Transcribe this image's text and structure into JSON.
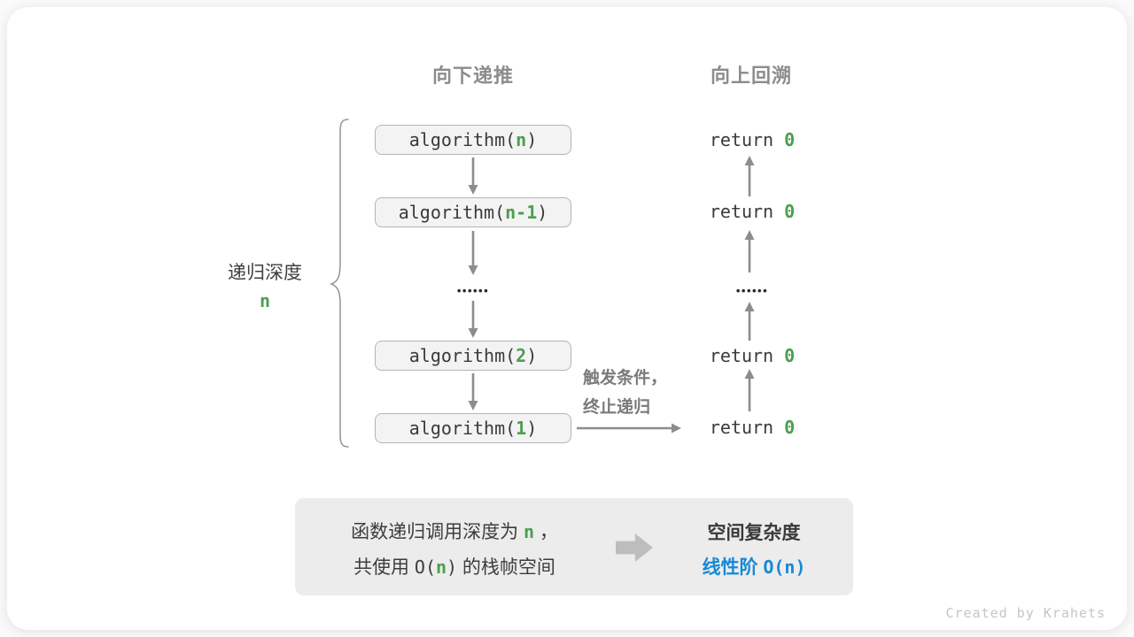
{
  "headers": {
    "left": "向下递推",
    "right": "向上回溯"
  },
  "depth_label": {
    "text": "递归深度",
    "var": "n"
  },
  "recursion": {
    "boxes": [
      {
        "pre": "algorithm(",
        "arg": "n",
        "post": ")"
      },
      {
        "pre": "algorithm(",
        "arg": "n-1",
        "post": ")"
      },
      {
        "pre": "algorithm(",
        "arg": "2",
        "post": ")"
      },
      {
        "pre": "algorithm(",
        "arg": "1",
        "post": ")"
      }
    ],
    "dots": "••••••"
  },
  "returns": {
    "items": [
      {
        "pre": "return ",
        "val": "0"
      },
      {
        "pre": "return ",
        "val": "0"
      },
      {
        "pre": "return ",
        "val": "0"
      },
      {
        "pre": "return ",
        "val": "0"
      }
    ],
    "dots": "••••••"
  },
  "trigger_note": {
    "line1": "触发条件，",
    "line2": "终止递归"
  },
  "summary": {
    "line1_pre": "函数递归调用深度为 ",
    "line1_var": "n",
    "line1_post": " ，",
    "line2_pre": "共使用 ",
    "line2_code_open": "O(",
    "line2_var": "n",
    "line2_code_close": ")",
    "line2_post": " 的栈帧空间",
    "result_title": "空间复杂度",
    "result_value_cn": "线性阶 ",
    "result_value_code": "O(n)"
  },
  "credit": "Created by Krahets",
  "colors": {
    "green": "#4c9e50",
    "blue": "#1789d6",
    "arrow_gray": "#8d8d8d",
    "box_fill": "#f3f3f3",
    "box_border": "#b5b5b5",
    "summary_fill": "#ececec"
  }
}
